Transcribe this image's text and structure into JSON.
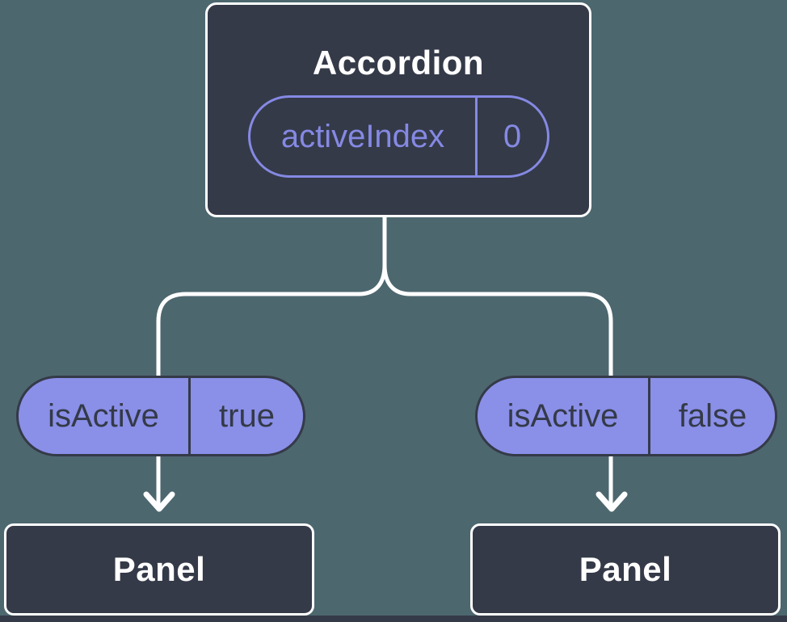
{
  "diagram": {
    "root": {
      "title": "Accordion",
      "prop_name": "activeIndex",
      "prop_value": "0"
    },
    "children": [
      {
        "prop_name": "isActive",
        "prop_value": "true",
        "label": "Panel"
      },
      {
        "prop_name": "isActive",
        "prop_value": "false",
        "label": "Panel"
      }
    ],
    "colors": {
      "background": "#4D676F",
      "node_dark": "#343A48",
      "pill_fill": "#8A8FE8",
      "accent_purple": "#8589E4",
      "line_white": "#FFFFFF"
    }
  }
}
